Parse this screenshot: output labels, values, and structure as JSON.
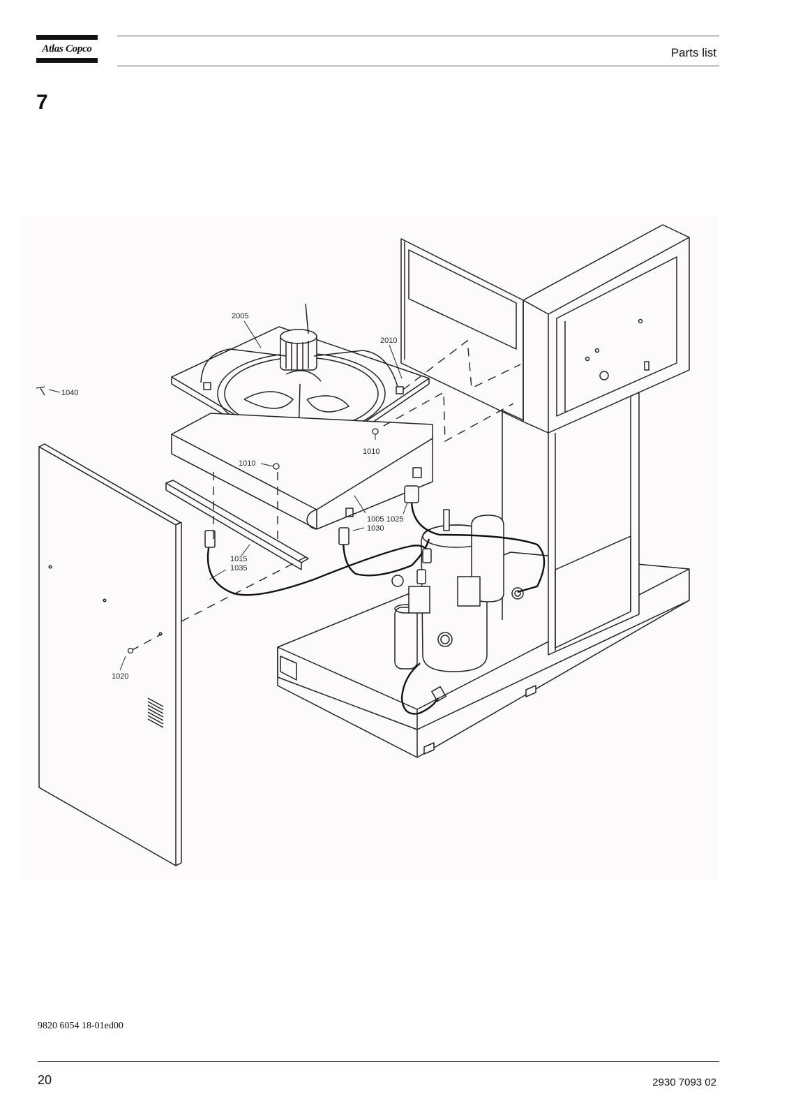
{
  "header": {
    "logo_text": "Atlas Copco",
    "title": "Parts list"
  },
  "section": {
    "number": "7"
  },
  "figure": {
    "callouts": [
      "2005",
      "2010",
      "1040",
      "1010",
      "1010",
      "1005",
      "1025",
      "1030",
      "1015",
      "1035",
      "1020"
    ]
  },
  "footer": {
    "document_code": "9820 6054 18-01ed00",
    "page_number": "20",
    "part_number": "2930 7093 02"
  }
}
